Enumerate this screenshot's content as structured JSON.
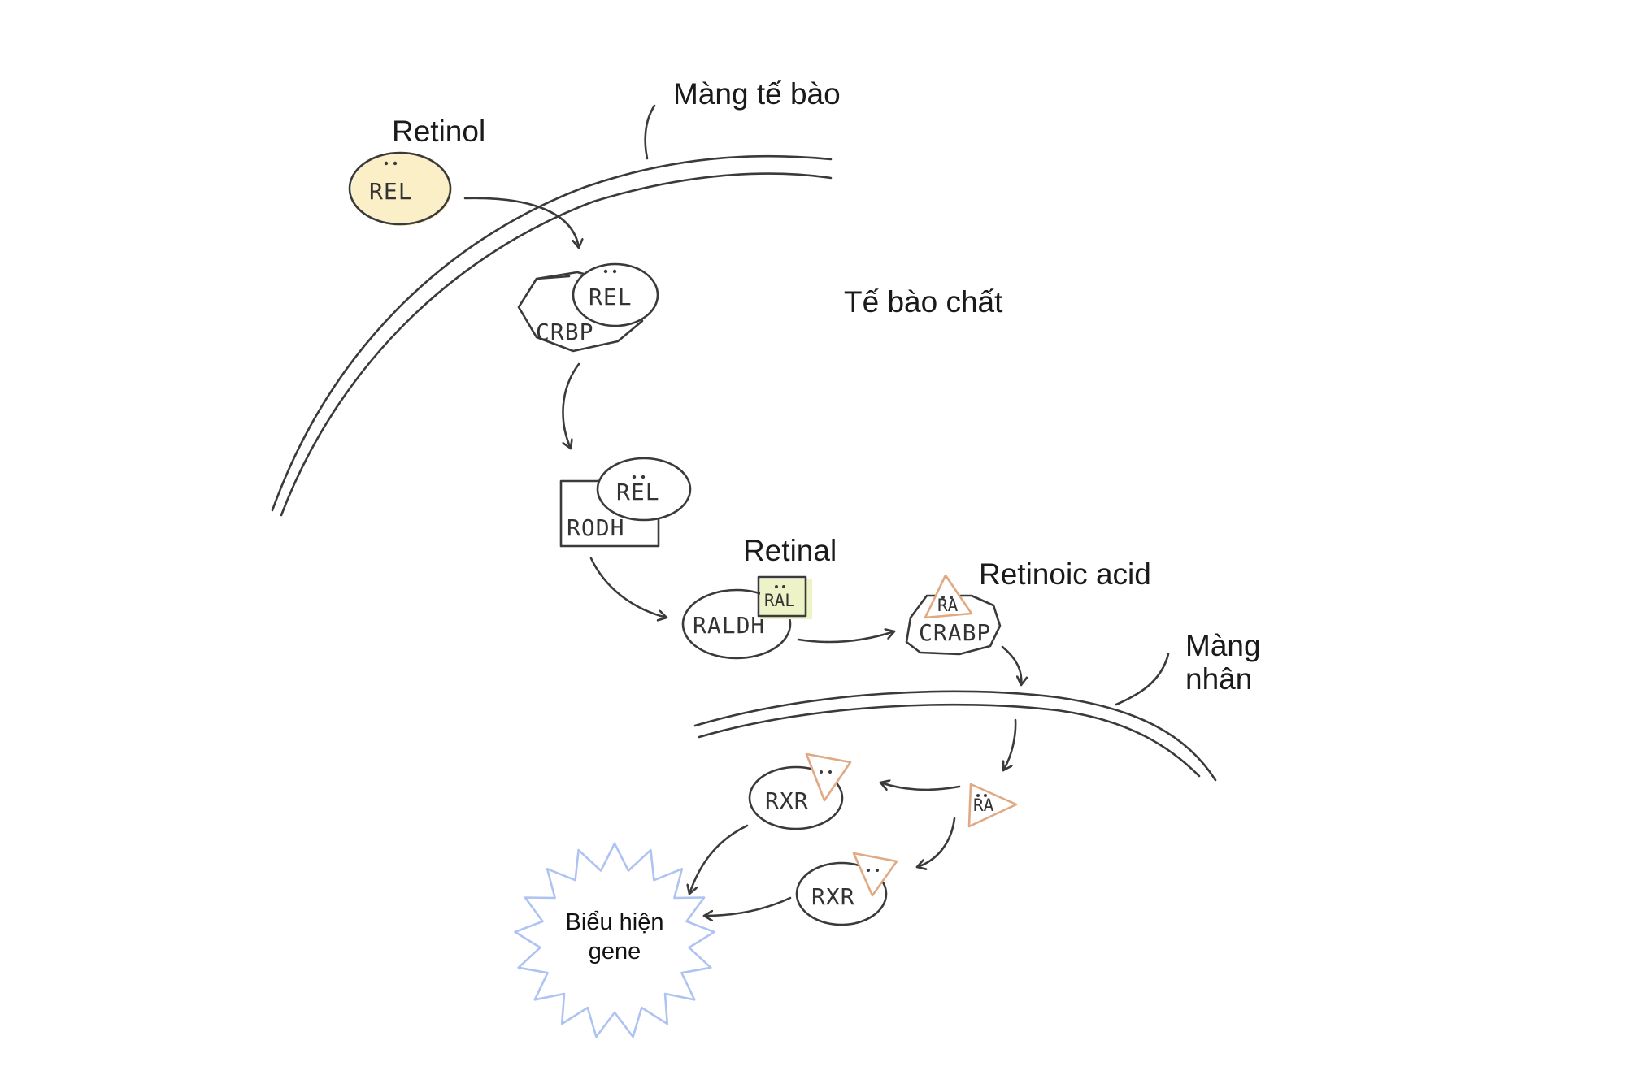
{
  "labels": {
    "cell_membrane": "Màng tế bào",
    "retinol": "Retinol",
    "cytoplasm": "Tế bào chất",
    "retinal": "Retinal",
    "retinoic_acid": "Retinoic acid",
    "nuclear_membrane_line1": "Màng",
    "nuclear_membrane_line2": "nhân",
    "gene_expression_line1": "Biểu hiện",
    "gene_expression_line2": "gene"
  },
  "molecules": {
    "rel": "REL",
    "crbp": "CRBP",
    "rodh": "RODH",
    "raldh": "RALDH",
    "ral": "RAL",
    "crabp": "CRABP",
    "ra": "RA",
    "rxr": "RXR"
  },
  "colors": {
    "retinol_highlight": "#FBEFC8",
    "retinal_highlight": "#EDF3C6",
    "ra_outline": "#E0A982",
    "gene_star_outline": "#AFC3F3",
    "line": "#3a3a3a"
  }
}
